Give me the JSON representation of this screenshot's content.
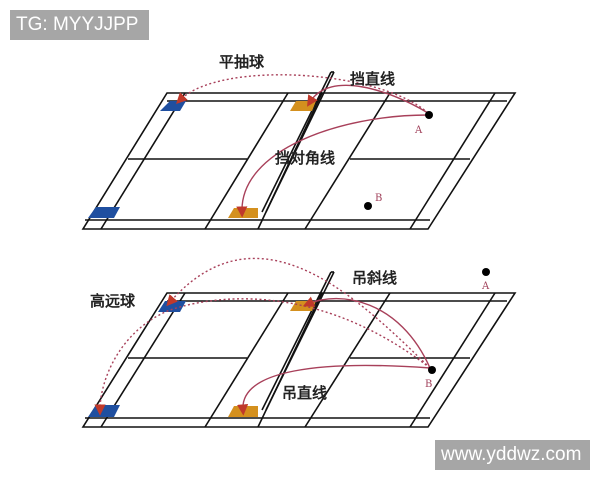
{
  "watermarks": {
    "top_left": "TG: MYYJJPP",
    "bottom_right": "www.yddwz.com"
  },
  "colors": {
    "court_line": "#111111",
    "trajectory": "#a8405a",
    "target_blue": "#1f4fa0",
    "target_orange": "#d4901e",
    "watermark_bg": "#a6a6a6"
  },
  "diagram_top": {
    "labels": {
      "flat_drive": "平抽球",
      "straight_block": "挡直线",
      "diagonal_block": "挡对角线"
    },
    "points": {
      "a": "A",
      "b": "B"
    }
  },
  "diagram_bottom": {
    "labels": {
      "clear": "高远球",
      "cross_drop": "吊斜线",
      "straight_drop": "吊直线"
    },
    "points": {
      "a": "A",
      "b": "B"
    }
  }
}
